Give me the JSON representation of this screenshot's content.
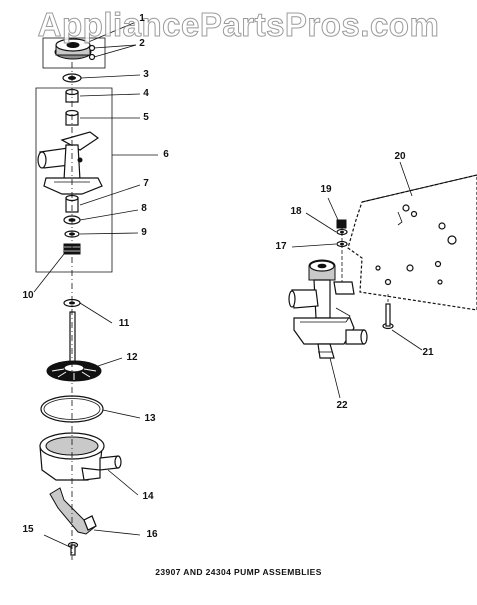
{
  "watermark": "AppliancePartsPros.com",
  "caption": "23907 AND 24304 PUMP ASSEMBLIES",
  "callouts": [
    "1",
    "2",
    "3",
    "4",
    "5",
    "6",
    "7",
    "8",
    "9",
    "10",
    "11",
    "12",
    "13",
    "14",
    "15",
    "16",
    "17",
    "18",
    "19",
    "20",
    "21",
    "22"
  ]
}
